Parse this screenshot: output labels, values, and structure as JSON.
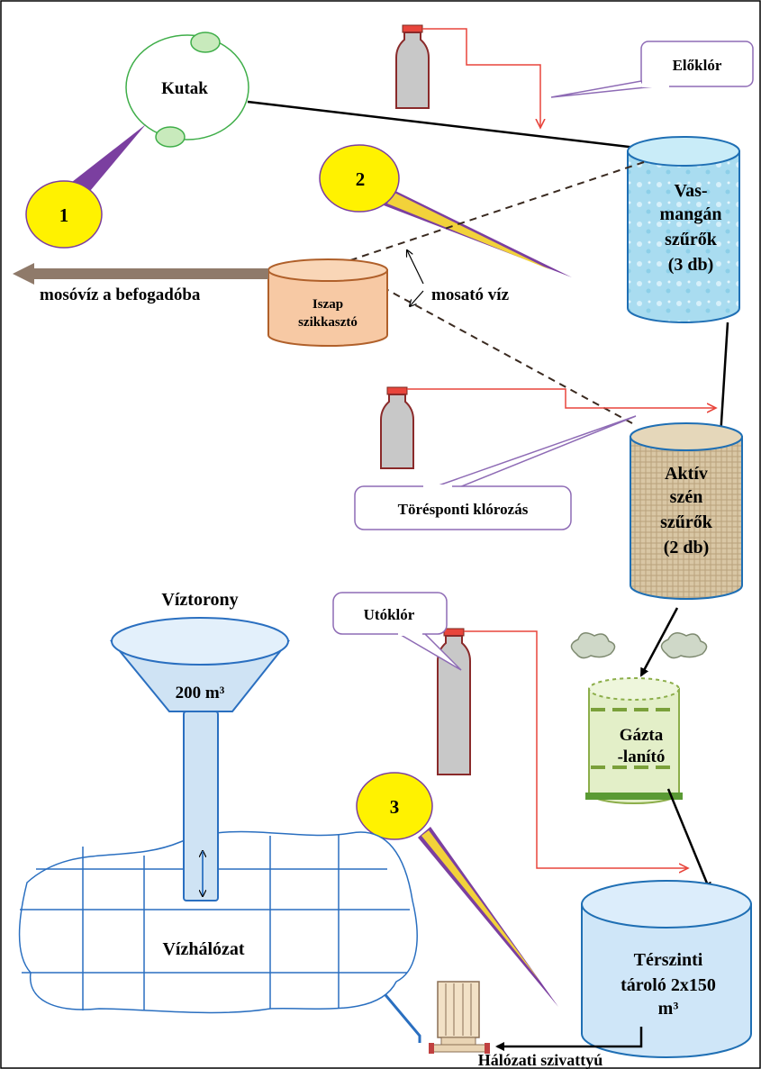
{
  "labels": {
    "wells": "Kutak",
    "prechlorine": "Előklór",
    "iron_filter_1": "Vas-",
    "iron_filter_2": "mangán",
    "iron_filter_3": "szűrők",
    "iron_filter_4": "(3 db)",
    "wash_out": "mosóvíz a befogadóba",
    "sludge_1": "Iszap",
    "sludge_2": "szikkasztó",
    "wash_water": "mosató víz",
    "breakpoint": "Törésponti klórozás",
    "carbon_1": "Aktív",
    "carbon_2": "szén",
    "carbon_3": "szűrők",
    "carbon_4": "(2 db)",
    "tower": "Víztorony",
    "tower_volume": "200 m³",
    "postchlorine": "Utóklór",
    "degas_1": "Gázta",
    "degas_2": "-lanító",
    "network": "Vízhálózat",
    "storage_1": "Térszinti",
    "storage_2": "tároló 2x150",
    "storage_3": "m³",
    "pump": "Hálózati szivattyú"
  },
  "callouts": [
    "1",
    "2",
    "3"
  ],
  "colors": {
    "arrow": "#000000",
    "chlorine_line": "#e8453c",
    "callout_fill": "#fff200",
    "callout_tail": "#7b3fa0",
    "label_border": "#8e6bb5",
    "wash_arrow": "#8f7a6a",
    "network_line": "#2a6fc0",
    "sludge_fill": "#f7c9a4",
    "degas_fill": "#e3efc8"
  },
  "icons": [
    "chlorine-bottle-icon",
    "pump-icon",
    "water-tower-icon"
  ]
}
